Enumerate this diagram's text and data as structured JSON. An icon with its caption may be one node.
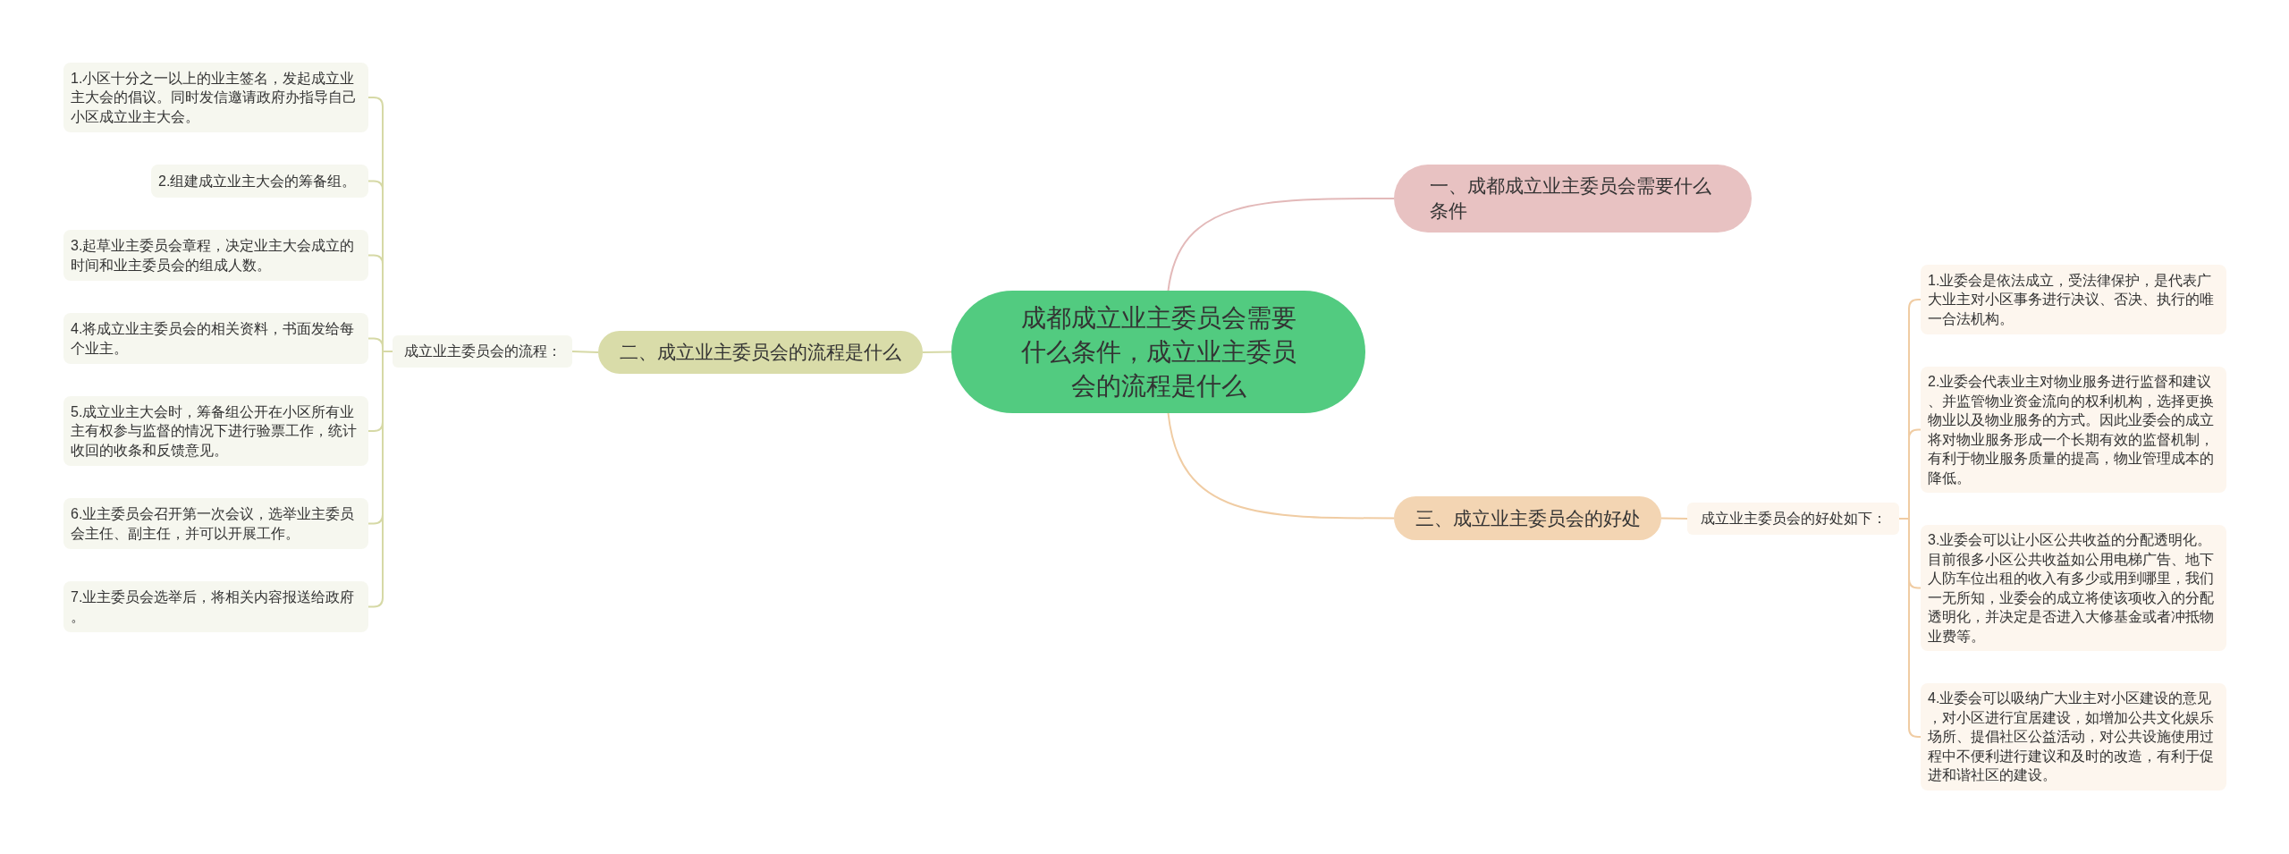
{
  "diagram": {
    "nodes": [
      {
        "text": [
          "成都成立业主委员会需要什么条件，成立业主委员会的流程是什么"
        ]
      },
      {
        "text": [
          "一、成都成立业主委员会需要什么条件"
        ]
      },
      {
        "text": [
          "二、成立业主委员会的流程是什么"
        ]
      },
      {
        "text": [
          "成立业主委员会的流程："
        ]
      },
      {
        "text": [
          "1.小区十分之一以上的业主签名，发起成立业主大会的倡议。同时发信邀请政府办指导自己小区成立业主大会。"
        ]
      },
      {
        "text": [
          "2.组建成立业主大会的筹备组。"
        ]
      },
      {
        "text": [
          "3.起草业主委员会章程，决定业主大会成立的时间和业主委员会的组成人数。"
        ]
      },
      {
        "text": [
          "4.将成立业主委员会的相关资料，书面发给每个业主。"
        ]
      },
      {
        "text": [
          "5.成立业主大会时，筹备组公开在小区所有业主有权参与监督的情况下进行验票工作，统计收回的收条和反馈意见。"
        ]
      },
      {
        "text": [
          "6.业主委员会召开第一次会议，选举业主委员会主任、副主任，并可以开展工作。"
        ]
      },
      {
        "text": [
          "7.业主委员会选举后，将相关内容报送给政府。"
        ]
      },
      {
        "text": [
          "三、成立业主委员会的好处"
        ]
      },
      {
        "text": [
          "成立业主委员会的好处如下："
        ]
      },
      {
        "text": [
          "1.业委会是依法成立，受法律保护，是代表广大业主对小区事务进行决议、否决、执行的唯一合法机构。"
        ]
      },
      {
        "text": [
          "2.业委会代表业主对物业服务进行监督和建议、并监管物业资金流向的权利机构，选择更换物业以及物业服务的方式。因此业委会的成立将对物业服务形成一个长期有效的监督机制，有利于物业服务质量的提高，物业管理成本的降低。"
        ]
      },
      {
        "text": [
          "3.业委会可以让小区公共收益的分配透明化。目前很多小区公共收益如公用电梯广告、地下人防车位出租的收入有多少或用到哪里，我们一无所知，业委会的成立将使该项收入的分配透明化，并决定是否进入大修基金或者冲抵物业费等。"
        ]
      },
      {
        "text": [
          "4.业委会可以吸纳广大业主对小区建设的意见，对小区进行宜居建设，如增加公共文化娱乐场所、提倡社区公益活动，对公共设施使用过程中不便利进行建议和及时的改造，有利于促进和谐社区的建设。"
        ]
      }
    ],
    "edges": [
      {
        "from": 0,
        "to": 1,
        "arrow": "none",
        "color": "#e3b9b9"
      },
      {
        "from": 0,
        "to": 2,
        "arrow": "none"
      },
      {
        "from": 2,
        "to": 3,
        "arrow": "none"
      },
      {
        "from": 3,
        "to": 4,
        "arrow": "none"
      },
      {
        "from": 3,
        "to": 5,
        "arrow": "none"
      },
      {
        "from": 3,
        "to": 6,
        "arrow": "none"
      },
      {
        "from": 3,
        "to": 7,
        "arrow": "none"
      },
      {
        "from": 3,
        "to": 8,
        "arrow": "none"
      },
      {
        "from": 3,
        "to": 9,
        "arrow": "none"
      },
      {
        "from": 3,
        "to": 10,
        "arrow": "none"
      },
      {
        "from": 0,
        "to": 11,
        "arrow": "none",
        "color": "#f0cca3"
      },
      {
        "from": 11,
        "to": 12,
        "arrow": "none",
        "color": "#f0cca3"
      },
      {
        "from": 12,
        "to": 13,
        "arrow": "none",
        "color": "#f0cca3"
      },
      {
        "from": 12,
        "to": 14,
        "arrow": "none",
        "color": "#f0cca3"
      },
      {
        "from": 12,
        "to": 15,
        "arrow": "none",
        "color": "#f0cca3"
      },
      {
        "from": 12,
        "to": 16,
        "arrow": "none",
        "color": "#f0cca3"
      }
    ]
  }
}
